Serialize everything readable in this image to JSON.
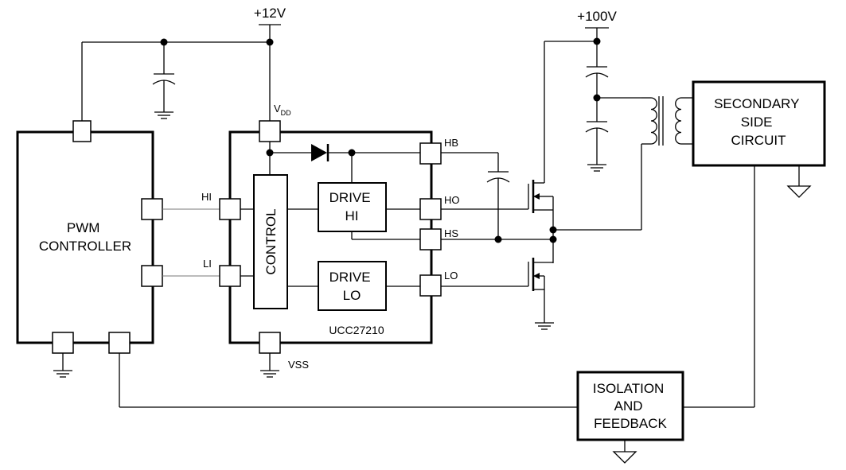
{
  "supply_12v": "+12V",
  "supply_100v": "+100V",
  "pwm_controller": {
    "line1": "PWM",
    "line2": "CONTROLLER"
  },
  "driver": {
    "part_number": "UCC27210",
    "pin_vdd": {
      "main": "V",
      "sub": "DD"
    },
    "pin_hi": "HI",
    "pin_li": "LI",
    "pin_hb": "HB",
    "pin_ho": "HO",
    "pin_hs": "HS",
    "pin_lo": "LO",
    "pin_vss": "VSS",
    "control_label": "CONTROL",
    "drive_hi": {
      "line1": "DRIVE",
      "line2": "HI"
    },
    "drive_lo": {
      "line1": "DRIVE",
      "line2": "LO"
    }
  },
  "secondary": {
    "line1": "SECONDARY",
    "line2": "SIDE",
    "line3": "CIRCUIT"
  },
  "isolation": {
    "line1": "ISOLATION",
    "line2": "AND",
    "line3": "FEEDBACK"
  }
}
